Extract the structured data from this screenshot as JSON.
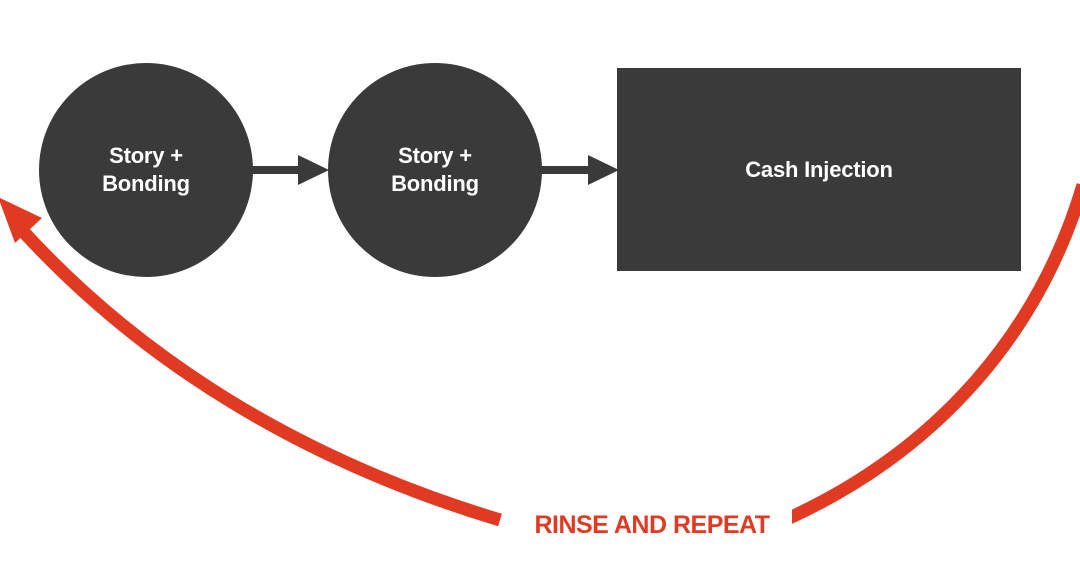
{
  "diagram": {
    "nodes": [
      {
        "id": "story-bonding-1",
        "shape": "circle",
        "lines": [
          "Story +",
          "Bonding"
        ]
      },
      {
        "id": "story-bonding-2",
        "shape": "circle",
        "lines": [
          "Story +",
          "Bonding"
        ]
      },
      {
        "id": "cash-injection",
        "shape": "rectangle",
        "lines": [
          "Cash Injection"
        ]
      }
    ],
    "edges": [
      {
        "from": "story-bonding-1",
        "to": "story-bonding-2"
      },
      {
        "from": "story-bonding-2",
        "to": "cash-injection"
      }
    ],
    "loop": {
      "label": "RINSE AND REPEAT",
      "from": "cash-injection",
      "to": "story-bonding-1"
    }
  },
  "colors": {
    "node_fill": "#3a3a3a",
    "arrow": "#3a3a3a",
    "loop": "#e03a22",
    "text": "#ffffff",
    "background": "#ffffff"
  }
}
